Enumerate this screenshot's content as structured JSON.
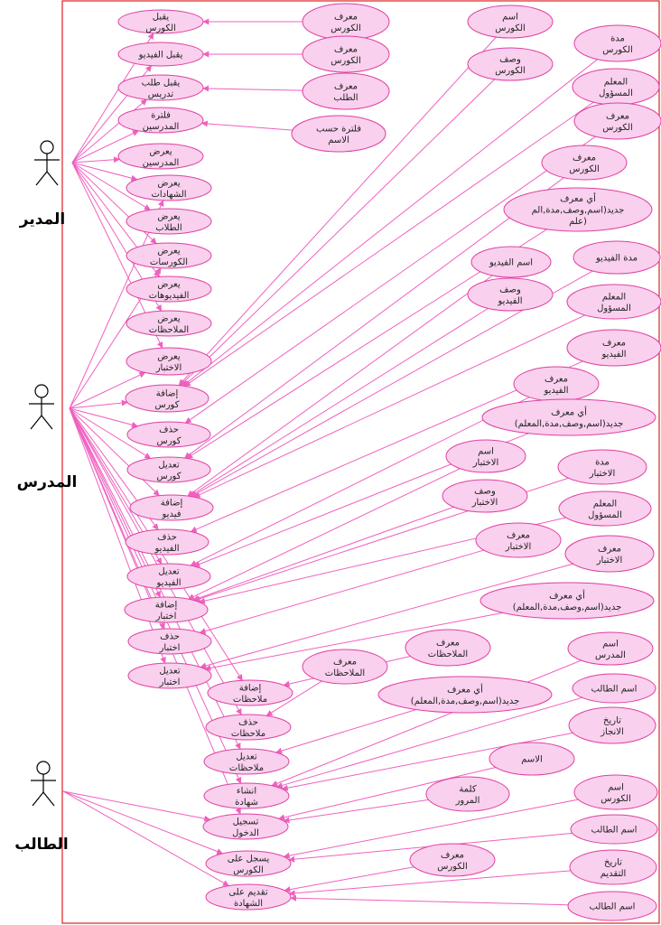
{
  "actors": [
    {
      "id": "admin",
      "label": "المدير"
    },
    {
      "id": "teacher",
      "label": "المدرس"
    },
    {
      "id": "student",
      "label": "الطالب"
    }
  ],
  "use_cases": [
    {
      "id": "u1",
      "lines": [
        "يقبل",
        "الكورس"
      ]
    },
    {
      "id": "u2",
      "lines": [
        "يقبل الفيديو"
      ]
    },
    {
      "id": "u3",
      "lines": [
        "يقبل طلب",
        "تدريس"
      ]
    },
    {
      "id": "u4",
      "lines": [
        "فلترة",
        "المدرسين"
      ]
    },
    {
      "id": "u5",
      "lines": [
        "يعرض",
        "المدرسين"
      ]
    },
    {
      "id": "u6",
      "lines": [
        "يعرض",
        "الشهادات"
      ]
    },
    {
      "id": "u7",
      "lines": [
        "يعرض",
        "الطلاب"
      ]
    },
    {
      "id": "u8",
      "lines": [
        "يعرض",
        "الكورسات"
      ]
    },
    {
      "id": "u9",
      "lines": [
        "يعرض",
        "الفيديوهات"
      ]
    },
    {
      "id": "u10",
      "lines": [
        "يعرض",
        "الملاحظات"
      ]
    },
    {
      "id": "u11",
      "lines": [
        "يعرض",
        "الاختبار"
      ]
    },
    {
      "id": "u12",
      "lines": [
        "إضافة",
        "كورس"
      ]
    },
    {
      "id": "u13",
      "lines": [
        "حذف",
        "كورس"
      ]
    },
    {
      "id": "u14",
      "lines": [
        "تعديل",
        "كورس"
      ]
    },
    {
      "id": "u15",
      "lines": [
        "إضافة",
        "فيديو"
      ]
    },
    {
      "id": "u16",
      "lines": [
        "حذف",
        "الفيديو"
      ]
    },
    {
      "id": "u17",
      "lines": [
        "تعديل",
        "الفيديو"
      ]
    },
    {
      "id": "u18",
      "lines": [
        "إضافة",
        "اختبار"
      ]
    },
    {
      "id": "u19",
      "lines": [
        "حذف",
        "اختبار"
      ]
    },
    {
      "id": "u20",
      "lines": [
        "تعديل",
        "اختبار"
      ]
    },
    {
      "id": "u21",
      "lines": [
        "إضافة",
        "ملاحظات"
      ]
    },
    {
      "id": "u22",
      "lines": [
        "حذف",
        "ملاحظات"
      ]
    },
    {
      "id": "u23",
      "lines": [
        "تعديل",
        "ملاحظات"
      ]
    },
    {
      "id": "u24",
      "lines": [
        "انشاء",
        "شهادة"
      ]
    },
    {
      "id": "u25",
      "lines": [
        "تسجيل",
        "الدخول"
      ]
    },
    {
      "id": "u26",
      "lines": [
        "يسجل على",
        "الكورس"
      ]
    },
    {
      "id": "u27",
      "lines": [
        "تقديم على",
        "الشهادة"
      ]
    }
  ],
  "attributes": [
    {
      "id": "a1",
      "lines": [
        "معرف",
        "الكورس"
      ]
    },
    {
      "id": "a2",
      "lines": [
        "معرف",
        "الكورس"
      ]
    },
    {
      "id": "a3",
      "lines": [
        "معرف",
        "الطلب"
      ]
    },
    {
      "id": "a4",
      "lines": [
        "فلترة حسب",
        "الاسم"
      ]
    },
    {
      "id": "a5",
      "lines": [
        "اسم",
        "الكورس"
      ]
    },
    {
      "id": "a6",
      "lines": [
        "وصف",
        "الكورس"
      ]
    },
    {
      "id": "a7",
      "lines": [
        "مدة",
        "الكورس"
      ]
    },
    {
      "id": "a8",
      "lines": [
        "المعلم",
        "المسؤول"
      ]
    },
    {
      "id": "a9",
      "lines": [
        "معرف",
        "الكورس"
      ]
    },
    {
      "id": "a10",
      "lines": [
        "معرف",
        "الكورس"
      ]
    },
    {
      "id": "a11",
      "lines": [
        "أي معرف",
        "جديد(اسم,وصف,مدة,الم",
        "علم)"
      ]
    },
    {
      "id": "a12",
      "lines": [
        "اسم الفيديو"
      ]
    },
    {
      "id": "a13",
      "lines": [
        "مدة الفيديو"
      ]
    },
    {
      "id": "a14",
      "lines": [
        "وصف",
        "الفيديو"
      ]
    },
    {
      "id": "a15",
      "lines": [
        "المعلم",
        "المسؤول"
      ]
    },
    {
      "id": "a16",
      "lines": [
        "معرف",
        "الفيديو"
      ]
    },
    {
      "id": "a17",
      "lines": [
        "معرف",
        "الفيديو"
      ]
    },
    {
      "id": "a18",
      "lines": [
        "أي معرف",
        "جديد(اسم,وصف,مدة,المعلم)"
      ]
    },
    {
      "id": "a19",
      "lines": [
        "اسم",
        "الاختبار"
      ]
    },
    {
      "id": "a20",
      "lines": [
        "مدة",
        "الاختبار"
      ]
    },
    {
      "id": "a21",
      "lines": [
        "وصف",
        "الاختبار"
      ]
    },
    {
      "id": "a22",
      "lines": [
        "المعلم",
        "المسؤول"
      ]
    },
    {
      "id": "a23",
      "lines": [
        "معرف",
        "الاختبار"
      ]
    },
    {
      "id": "a24",
      "lines": [
        "معرف",
        "الاختبار"
      ]
    },
    {
      "id": "a25",
      "lines": [
        "أي معرف",
        "جديد(اسم,وصف,مدة,المعلم)"
      ]
    },
    {
      "id": "a26",
      "lines": [
        "معرف",
        "الملاحظات"
      ]
    },
    {
      "id": "a27",
      "lines": [
        "معرف",
        "الملاحظات"
      ]
    },
    {
      "id": "a28",
      "lines": [
        "اسم",
        "المدرس"
      ]
    },
    {
      "id": "a29",
      "lines": [
        "أي معرف",
        "جديد(اسم,وصف,مدة,المعلم)"
      ]
    },
    {
      "id": "a30",
      "lines": [
        "اسم الطالب"
      ]
    },
    {
      "id": "a31",
      "lines": [
        "تاريخ",
        "الانجاز"
      ]
    },
    {
      "id": "a32",
      "lines": [
        "الاسم"
      ]
    },
    {
      "id": "a33",
      "lines": [
        "كلمة",
        "المرور"
      ]
    },
    {
      "id": "a34",
      "lines": [
        "اسم",
        "الكورس"
      ]
    },
    {
      "id": "a35",
      "lines": [
        "اسم الطالب"
      ]
    },
    {
      "id": "a36",
      "lines": [
        "معرف",
        "الكورس"
      ]
    },
    {
      "id": "a37",
      "lines": [
        "تاريخ",
        "التقديم"
      ]
    },
    {
      "id": "a38",
      "lines": [
        "اسم الطالب"
      ]
    }
  ],
  "actor_links": {
    "admin": [
      "u1",
      "u2",
      "u3",
      "u4",
      "u5",
      "u6",
      "u7",
      "u8",
      "u9",
      "u10",
      "u11"
    ],
    "teacher": [
      "u6",
      "u8",
      "u11",
      "u12",
      "u13",
      "u14",
      "u15",
      "u16",
      "u17",
      "u18",
      "u19",
      "u20",
      "u21",
      "u22",
      "u23",
      "u24",
      "u25"
    ],
    "student": [
      "u25",
      "u26",
      "u27"
    ]
  },
  "attr_links": [
    [
      "a1",
      "u1"
    ],
    [
      "a2",
      "u2"
    ],
    [
      "a3",
      "u3"
    ],
    [
      "a4",
      "u4"
    ],
    [
      "a5",
      "u12"
    ],
    [
      "a6",
      "u12"
    ],
    [
      "a7",
      "u12"
    ],
    [
      "a8",
      "u12"
    ],
    [
      "a9",
      "u13"
    ],
    [
      "a10",
      "u14"
    ],
    [
      "a11",
      "u14"
    ],
    [
      "a12",
      "u15"
    ],
    [
      "a13",
      "u15"
    ],
    [
      "a14",
      "u15"
    ],
    [
      "a15",
      "u15"
    ],
    [
      "a16",
      "u16"
    ],
    [
      "a17",
      "u17"
    ],
    [
      "a18",
      "u17"
    ],
    [
      "a19",
      "u18"
    ],
    [
      "a20",
      "u18"
    ],
    [
      "a21",
      "u18"
    ],
    [
      "a22",
      "u18"
    ],
    [
      "a23",
      "u19"
    ],
    [
      "a24",
      "u20"
    ],
    [
      "a25",
      "u20"
    ],
    [
      "a26",
      "u21"
    ],
    [
      "a27",
      "u22"
    ],
    [
      "a29",
      "u23"
    ],
    [
      "a28",
      "u24"
    ],
    [
      "a30",
      "u24"
    ],
    [
      "a31",
      "u24"
    ],
    [
      "a32",
      "u25"
    ],
    [
      "a33",
      "u25"
    ],
    [
      "a34",
      "u26"
    ],
    [
      "a35",
      "u26"
    ],
    [
      "a36",
      "u27"
    ],
    [
      "a37",
      "u27"
    ],
    [
      "a38",
      "u27"
    ]
  ],
  "colors": {
    "frame": "#e02020",
    "edge": "#f060c0",
    "oval_fill": "#f9d0ee",
    "oval_stroke": "#e040a0"
  }
}
